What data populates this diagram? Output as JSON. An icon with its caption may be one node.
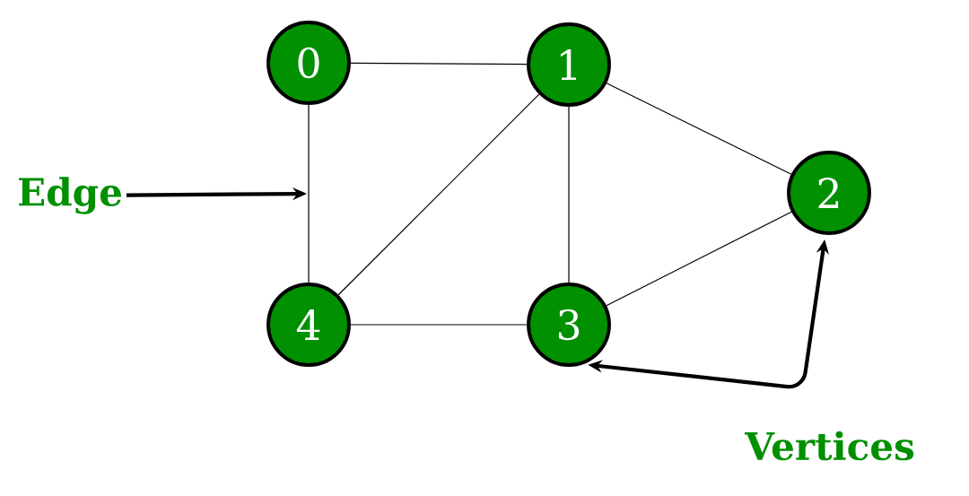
{
  "diagram": {
    "nodes": [
      {
        "text": [
          "0"
        ]
      },
      {
        "text": [
          "1"
        ]
      },
      {
        "text": [
          "2"
        ]
      },
      {
        "text": [
          "3"
        ]
      },
      {
        "text": [
          "4"
        ]
      },
      {
        "text": [
          "Edge"
        ]
      }
    ],
    "edges": [
      {
        "from": 0,
        "to": 1,
        "arrow": "none"
      },
      {
        "from": 0,
        "to": 4,
        "arrow": "none"
      },
      {
        "from": 1,
        "to": 4,
        "arrow": "none"
      },
      {
        "from": 1,
        "to": 3,
        "arrow": "none"
      },
      {
        "from": 1,
        "to": 2,
        "arrow": "none"
      },
      {
        "from": 4,
        "to": 3,
        "arrow": "none"
      },
      {
        "from": 3,
        "to": 2,
        "arrow": "none"
      },
      {
        "from": 3,
        "to": 2,
        "arrow": "both",
        "style": "thick"
      },
      {
        "from": 5,
        "to": null,
        "arrow": "to",
        "style": "thick"
      }
    ],
    "labels": [
      "Vertices"
    ]
  }
}
